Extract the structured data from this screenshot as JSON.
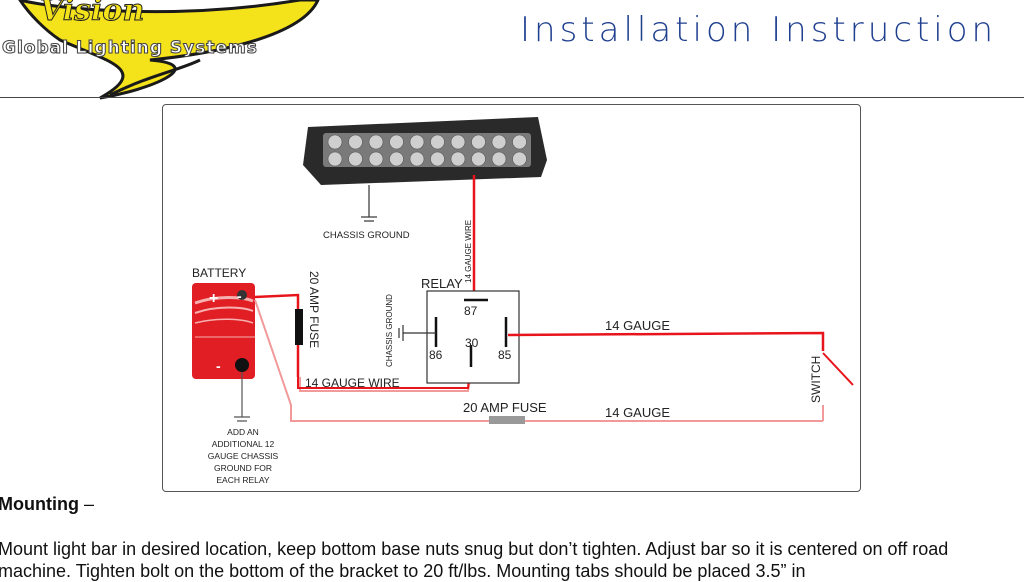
{
  "header": {
    "logo_script": "Vision",
    "logo_tagline": "Global Lighting Systems",
    "title": "Installation Instruction"
  },
  "diagram": {
    "labels": {
      "chassis_ground_top": "CHASSIS GROUND",
      "gauge_wire_vertical": "14 GAUGE WIRE",
      "battery": "BATTERY",
      "plus": "+",
      "minus_top": "-",
      "minus_bottom": "-",
      "fuse_vertical": "20 AMP FUSE",
      "chassis_ground_vertical": "CHASSIS GROUND",
      "relay": "RELAY",
      "pin_87": "87",
      "pin_86": "86",
      "pin_30": "30",
      "pin_85": "85",
      "gauge_right": "14 GAUGE",
      "switch": "SWITCH",
      "gauge_wire_bottom": "14 GAUGE WIRE",
      "fuse_bottom": "20 AMP FUSE",
      "gauge_bottom": "14 GAUGE",
      "note_line1": "ADD AN",
      "note_line2": "ADDITIONAL 12",
      "note_line3": "GAUGE CHASSIS",
      "note_line4": "GROUND FOR",
      "note_line5": "EACH RELAY"
    },
    "colors": {
      "wire_red": "#e8141c",
      "wire_pink": "#f29a9a",
      "battery_red": "#e01e24",
      "lightbar_body": "#2a2a2a"
    }
  },
  "section": {
    "heading": "Mounting",
    "dash": "–",
    "paragraph": "Mount light bar in desired location, keep bottom base nuts snug but don’t tighten. Adjust bar so it is centered on off road machine. Tighten bolt on the bottom of the bracket to 20 ft/lbs. Mounting tabs should be placed 3.5” in"
  }
}
